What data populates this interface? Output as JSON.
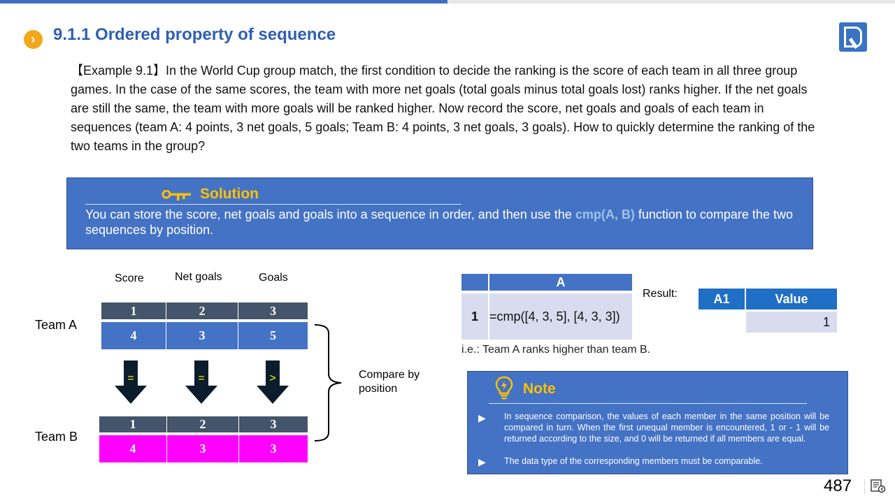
{
  "header": {
    "title": "9.1.1 Ordered property of sequence",
    "bullet_glyph": "›",
    "bullet_icon": "chevron-right-icon",
    "logo_icon": "raqsoft-r-logo"
  },
  "example": {
    "text": "【Example 9.1】In the World Cup group match, the first condition to decide the ranking is the score of each team in all three group games. In the case of the same scores, the team with more net goals (total goals minus total goals lost) ranks higher. If the net goals are still the same, the team with more goals will be ranked higher. Now record the score, net goals and goals of each team in sequences (team A: 4 points, 3 net goals, 5 goals; Team B: 4 points, 3 net goals, 3 goals). How to quickly determine the ranking of the two teams in the group?"
  },
  "solution": {
    "title": "Solution",
    "icon": "key-icon",
    "text_before": "You can store the score, net goals and goals into a sequence in order, and then use the ",
    "highlight": "cmp(A, B)",
    "text_after": " function to compare the two sequences by position."
  },
  "comparison": {
    "headers": [
      "Score",
      "Net goals",
      "Goals"
    ],
    "team_a": {
      "label": "Team A",
      "indices": [
        "1",
        "2",
        "3"
      ],
      "values": [
        "4",
        "3",
        "5"
      ]
    },
    "team_b": {
      "label": "Team B",
      "indices": [
        "1",
        "2",
        "3"
      ],
      "values": [
        "4",
        "3",
        "3"
      ]
    },
    "arrows": [
      "=",
      "=",
      ">"
    ],
    "compare_label": "Compare by position"
  },
  "cellset": {
    "col_header": "A",
    "row_header": "1",
    "formula": "=cmp([4, 3, 5], [4, 3, 3])"
  },
  "result": {
    "label": "Result:",
    "col1": "A1",
    "col2": "Value",
    "value": "1",
    "explanation": "i.e.: Team A ranks higher than team B."
  },
  "note": {
    "title": "Note",
    "icon": "lightbulb-icon",
    "bullet_glyph": "▶",
    "items": [
      "In sequence comparison, the values of each member in the same position will be compared in turn. When the first unequal member is encountered, 1 or - 1 will be returned according to the size, and 0 will be returned if all members are equal.",
      "The data type of the corresponding members must be comparable."
    ]
  },
  "footer": {
    "page_number": "487",
    "nav_icon": "presenter-view-icon"
  },
  "colors": {
    "accent_blue": "#4472c4",
    "title_blue": "#2f5fb3",
    "gold": "#ffc000",
    "team_b_magenta": "#ff00ff",
    "index_row": "#44546a"
  }
}
